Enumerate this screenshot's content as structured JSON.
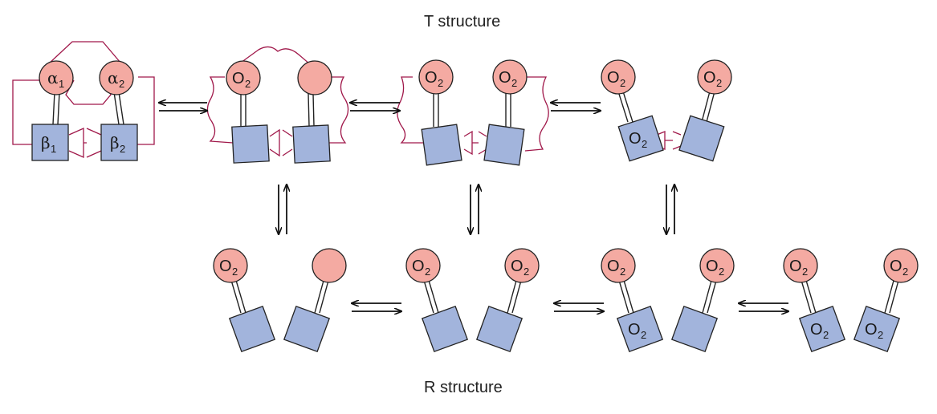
{
  "labels": {
    "t_structure": "T structure",
    "r_structure": "R structure",
    "o2": "O",
    "o2_sub": "2",
    "alpha": "α",
    "beta": "β",
    "sub1": "1",
    "sub2": "2"
  },
  "colors": {
    "alpha_subunit": "#f4aaa2",
    "beta_subunit": "#a2b4dc",
    "salt_bridge": "#a0184a",
    "outline": "#222222"
  }
}
